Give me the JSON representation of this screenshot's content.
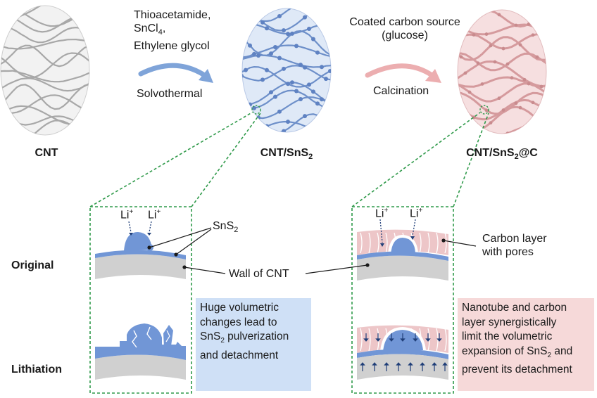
{
  "stages": {
    "cnt": {
      "label": "CNT",
      "fill": "#f2f2f2",
      "fiber": "#a8a8a8"
    },
    "cnt_sns2": {
      "label_main": "CNT/SnS",
      "label_sub": "2",
      "fill": "#dfe9f7",
      "fiber": "#6d8fc9"
    },
    "cnt_sns2_c": {
      "label_main": "CNT/SnS",
      "label_sub": "2",
      "label_tail": "@C",
      "fill": "#f6dfe0",
      "fiber": "#d59a9d"
    }
  },
  "step1": {
    "line1": "Thioacetamide,",
    "line2_main": "SnCl",
    "line2_sub": "4",
    "line2_tail": ",",
    "line3": "Ethylene glycol",
    "below": "Solvothermal",
    "arrow_color": "#7fa4d9"
  },
  "step2": {
    "line1": "Coated carbon source",
    "line2": "(glucose)",
    "below": "Calcination",
    "arrow_color": "#ecaeb0"
  },
  "rows": {
    "original": "Original",
    "lithiation": "Lithiation"
  },
  "labels": {
    "li_left_a": "Li",
    "li_left_b": "Li",
    "li_right_a": "Li",
    "li_right_b": "Li",
    "li_sup": "+",
    "sns2_main": "SnS",
    "sns2_sub": "2",
    "wall": "Wall of CNT",
    "carbon_line1": "Carbon layer",
    "carbon_line2": "with pores"
  },
  "notes": {
    "left": {
      "line1": "Huge volumetric",
      "line2": "changes lead to",
      "line3_main": "SnS",
      "line3_sub": "2",
      "line3_tail": " pulverization",
      "line4": "and detachment"
    },
    "right": {
      "line1": "Nanotube and carbon",
      "line2": "layer synergistically",
      "line3": "limit the volumetric",
      "line4_main": "expansion of SnS",
      "line4_sub": "2",
      "line4_tail": " and",
      "line5": "prevent its detachment"
    }
  },
  "colors": {
    "sns2": "#7196d6",
    "sns2_dark": "#4f73b3",
    "wall": "#d0d0d0",
    "carbon": "#edc6c8",
    "dashed": "#2f9a4a"
  }
}
